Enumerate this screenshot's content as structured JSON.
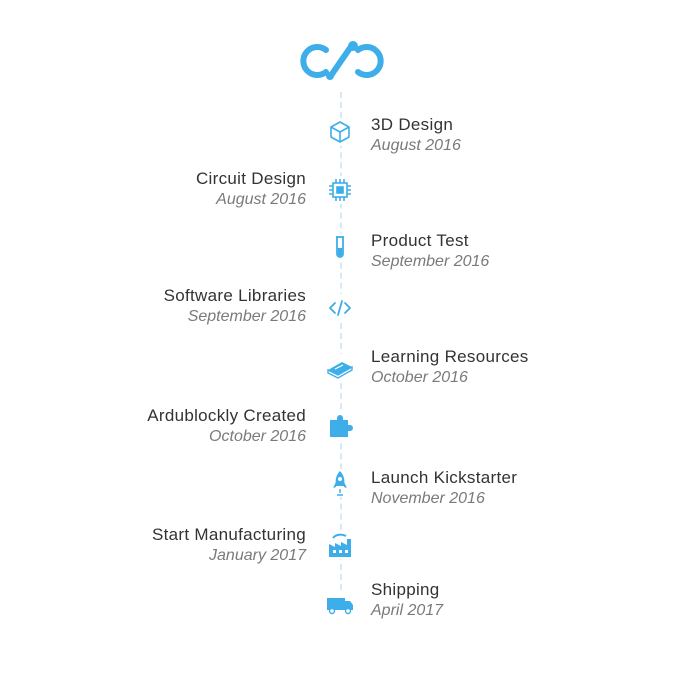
{
  "accent_color": "#3daee9",
  "logo": {
    "icon": "infinity-wrench-logo-icon"
  },
  "events": [
    {
      "title": "3D Design",
      "date": "August 2016",
      "side": "right",
      "icon": "cube-icon"
    },
    {
      "title": "Circuit Design",
      "date": "August 2016",
      "side": "left",
      "icon": "chip-icon"
    },
    {
      "title": "Product Test",
      "date": "September 2016",
      "side": "right",
      "icon": "test-tube-icon"
    },
    {
      "title": "Software Libraries",
      "date": "September 2016",
      "side": "left",
      "icon": "code-icon"
    },
    {
      "title": "Learning Resources",
      "date": "October 2016",
      "side": "right",
      "icon": "book-icon"
    },
    {
      "title": "Ardublockly Created",
      "date": "October 2016",
      "side": "left",
      "icon": "puzzle-icon"
    },
    {
      "title": "Launch Kickstarter",
      "date": "November 2016",
      "side": "right",
      "icon": "rocket-icon"
    },
    {
      "title": "Start Manufacturing",
      "date": "January 2017",
      "side": "left",
      "icon": "factory-icon"
    },
    {
      "title": "Shipping",
      "date": "April 2017",
      "side": "right",
      "icon": "truck-icon"
    }
  ]
}
